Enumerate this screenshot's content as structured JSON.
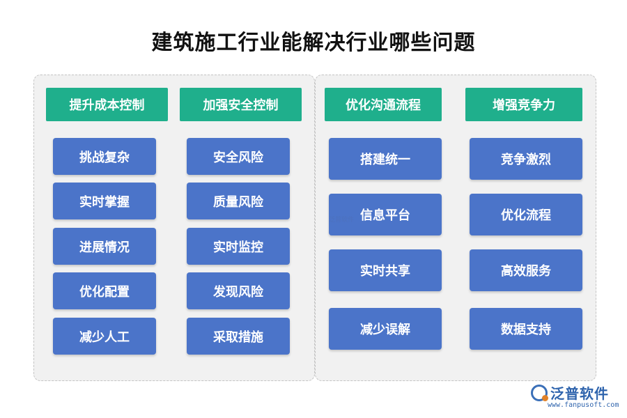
{
  "title": "建筑施工行业能解决行业哪些问题",
  "columns": [
    {
      "header": "提升成本控制",
      "items": [
        "挑战复杂",
        "实时掌握",
        "进展情况",
        "优化配置",
        "减少人工"
      ]
    },
    {
      "header": "加强安全控制",
      "items": [
        "安全风险",
        "质量风险",
        "实时监控",
        "发现风险",
        "采取措施"
      ]
    },
    {
      "header": "优化沟通流程",
      "items": [
        "搭建统一",
        "信息平台",
        "实时共享",
        "减少误解"
      ]
    },
    {
      "header": "增强竞争力",
      "items": [
        "竞争激烈",
        "优化流程",
        "高效服务",
        "数据支持"
      ]
    }
  ],
  "watermark": "泛普软件",
  "logo": {
    "name": "泛普软件",
    "url": "www.fanpusoft.com"
  },
  "colors": {
    "header": "#1faf8c",
    "item": "#4b74c9",
    "panel": "#f1f1f1"
  }
}
